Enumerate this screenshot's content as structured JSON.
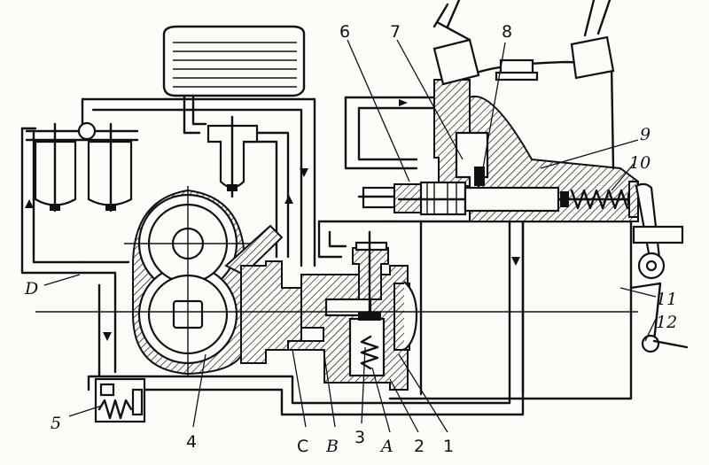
{
  "labels": {
    "n1": "1",
    "n2": "2",
    "n3": "3",
    "n4": "4",
    "n5": "5",
    "n6": "6",
    "n7": "7",
    "n8": "8",
    "n9": "9",
    "n10": "10",
    "n11": "11",
    "n12": "12",
    "A": "A",
    "B": "B",
    "C": "C",
    "D": "D"
  }
}
